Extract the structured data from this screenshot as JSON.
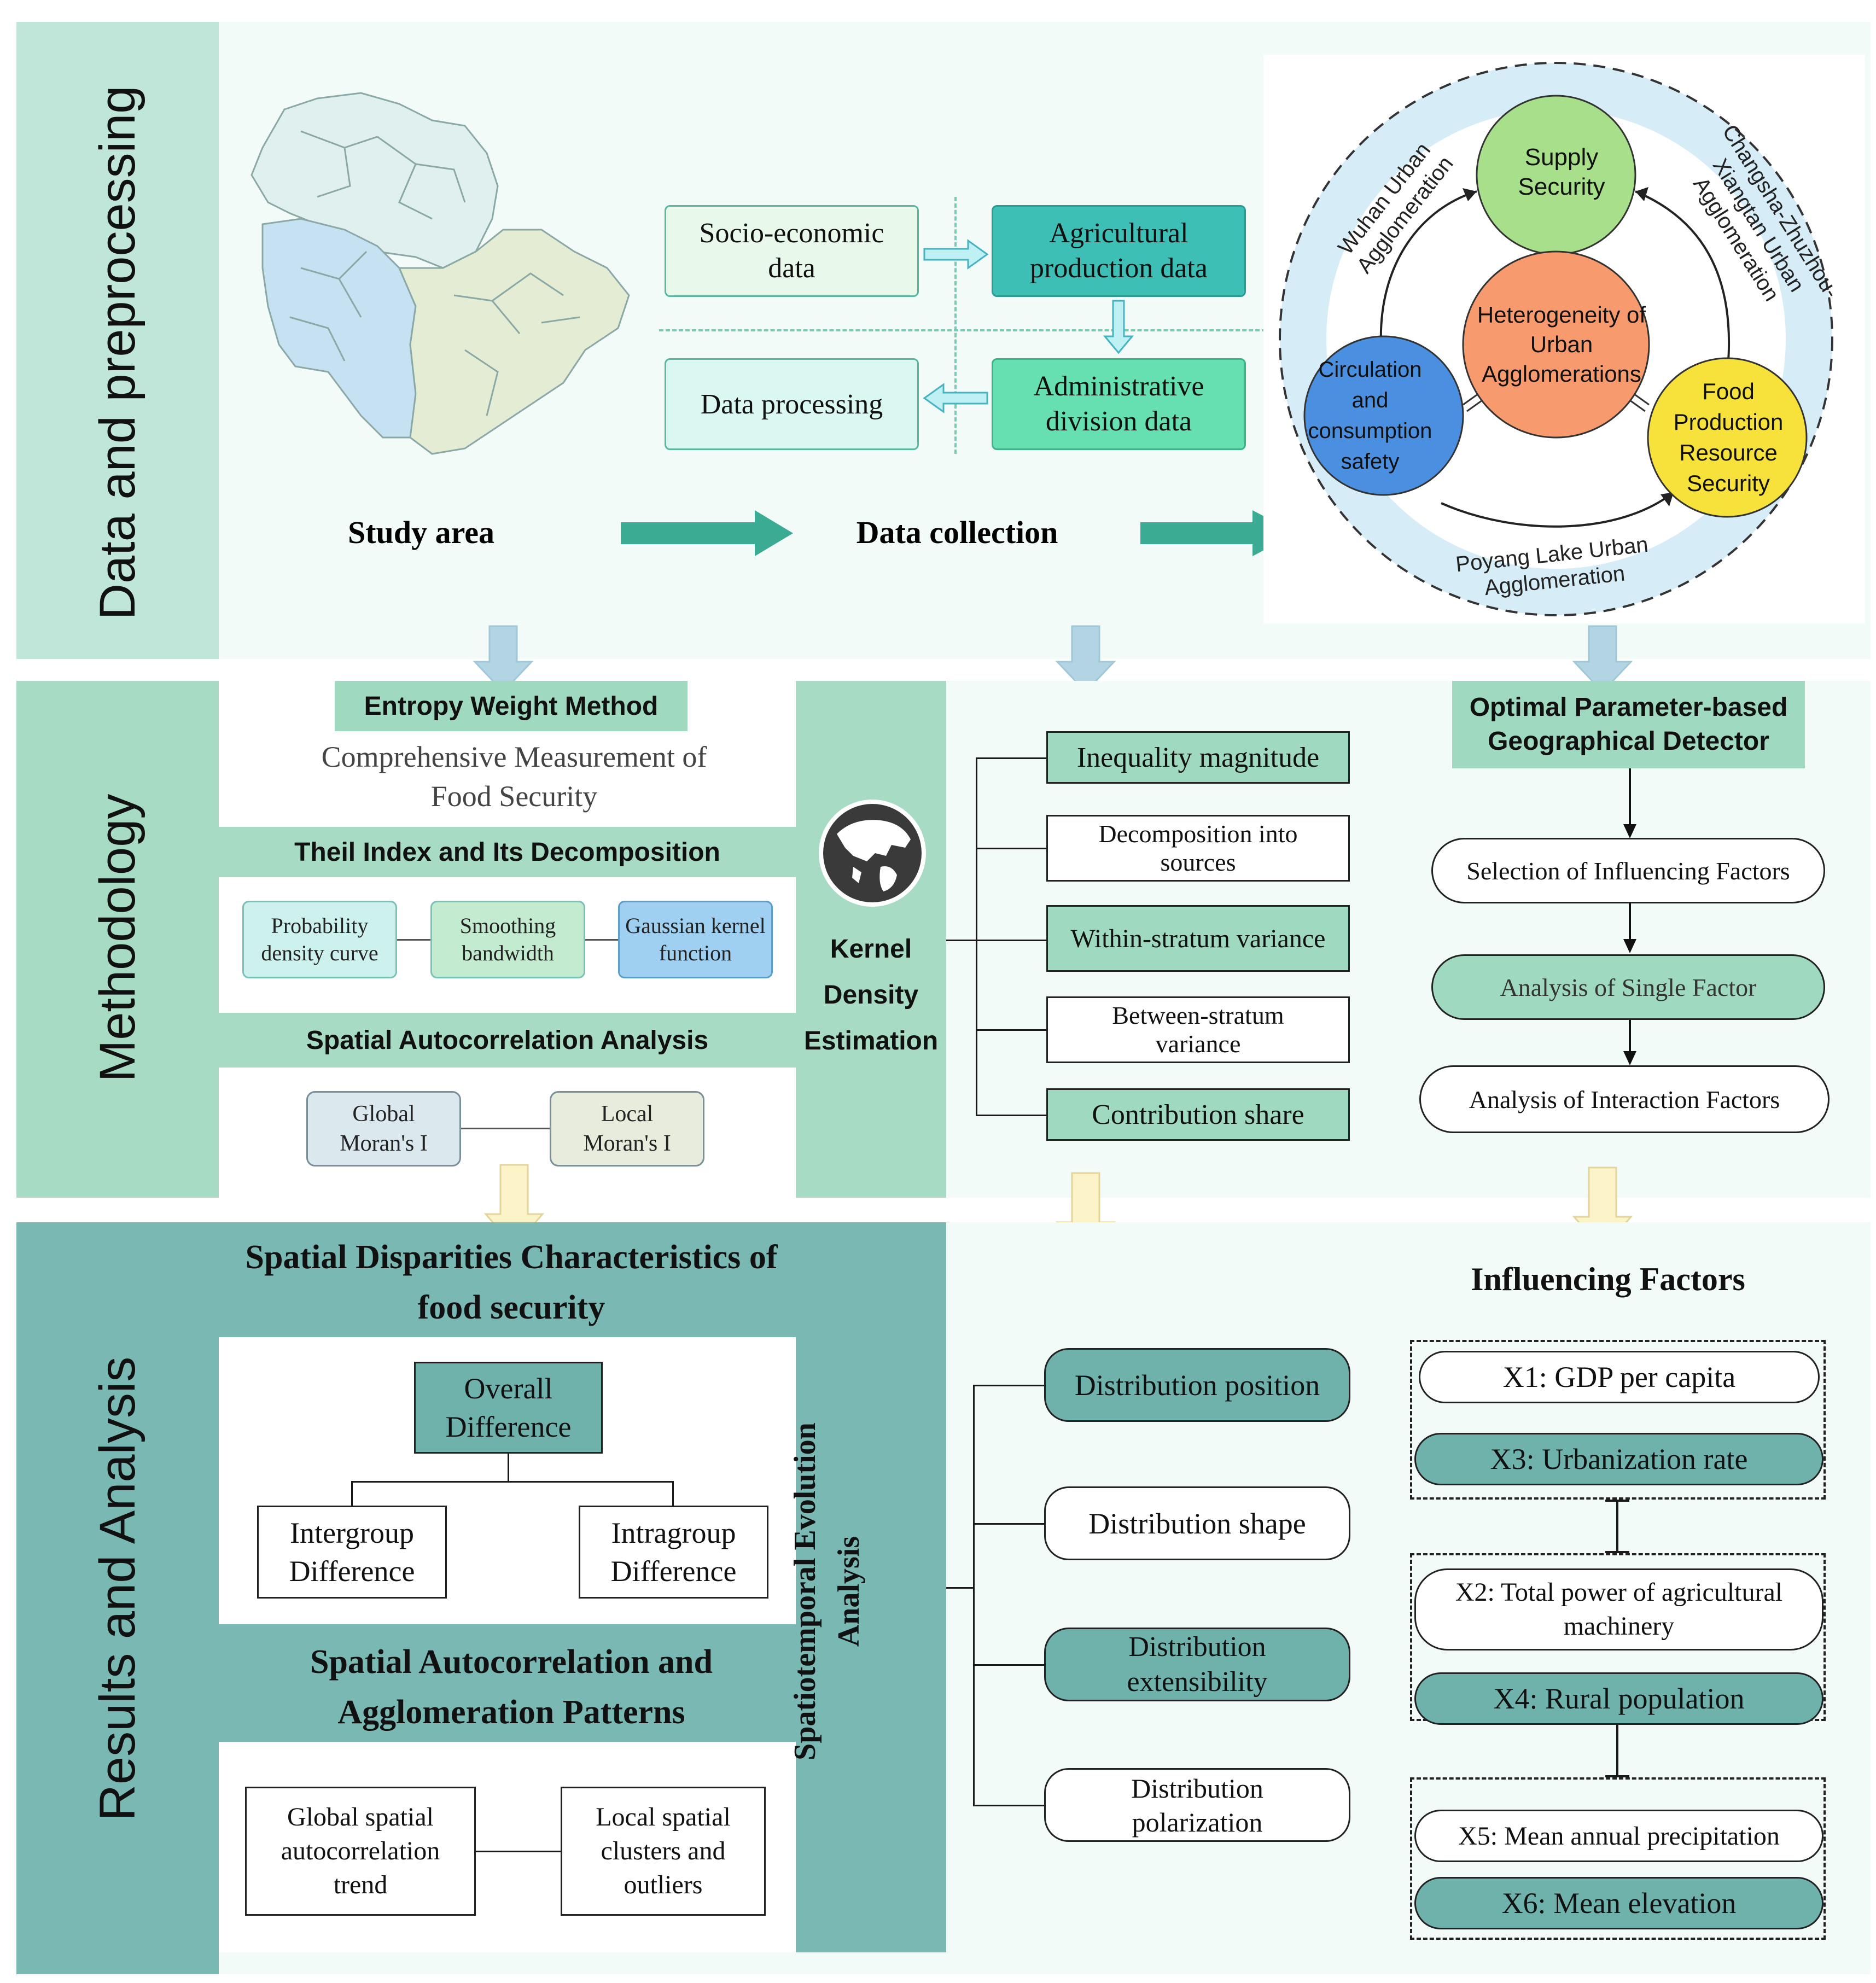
{
  "sections": {
    "data": "Data and preprocessing",
    "methodology": "Methodology",
    "results": "Results and Analysis"
  },
  "top": {
    "study_area": "Study area",
    "data_collection": "Data collection",
    "socio": "Socio-economic data",
    "agri": "Agricultural production data",
    "processing": "Data processing",
    "admin": "Administrative division data"
  },
  "circle": {
    "supply": "Supply Security",
    "hetero": "Heterogeneity of Urban Agglomerations",
    "circulation": "Circulation and consumption safety",
    "food": "Food Production Resource Security",
    "wuhan": "Wuhan Urban Agglomeration",
    "changsha": "Changsha-Zhuzhou-Xiangtan Urban Agglomeration",
    "poyang": "Poyang Lake Urban Agglomeration"
  },
  "methodology": {
    "entropy": "Entropy Weight Method",
    "comprehensive": "Comprehensive Measurement of Food Security",
    "theil": "Theil Index and Its Decomposition",
    "prob": "Probability density curve",
    "smooth": "Smoothing bandwidth",
    "gauss": "Gaussian kernel function",
    "spatial": "Spatial Autocorrelation Analysis",
    "global": "Global Moran's I",
    "local": "Local Moran's I",
    "kde": "Kernel Density Estimation",
    "theil_items": [
      "Inequality magnitude",
      "Decomposition into sources",
      "Within-stratum variance",
      "Between-stratum variance",
      "Contribution share"
    ],
    "geo": "Optimal Parameter-based Geographical Detector",
    "geo_items": [
      "Selection of Influencing Factors",
      "Analysis of Single Factor",
      "Analysis of Interaction Factors"
    ]
  },
  "results": {
    "disparities": "Spatial Disparities Characteristics of food security",
    "overall": "Overall Difference",
    "intergroup": "Intergroup Difference",
    "intragroup": "Intragroup Difference",
    "autocorr": "Spatial Autocorrelation and Agglomeration Patterns",
    "global_trend": "Global spatial autocorrelation trend",
    "local_clusters": "Local spatial clusters and outliers",
    "spatiotemporal": "Spatiotemporal Evolution Analysis",
    "dist_items": [
      "Distribution position",
      "Distribution shape",
      "Distribution extensibility",
      "Distribution polarization"
    ],
    "influencing": "Influencing Factors",
    "factors": [
      "X1: GDP per capita",
      "X3: Urbanization rate",
      "X2: Total power of agricultural machinery",
      "X4: Rural population",
      "X5: Mean annual precipitation",
      "X6: Mean elevation"
    ]
  },
  "colors": {
    "section1": "#bfe6d8",
    "section2": "#a7dbc3",
    "section3": "#7ab8b4",
    "teal_dark": "#6fb1ab",
    "mint": "#9fd9bf",
    "arrow_blue": "#b3d5e3",
    "arrow_yellow": "#fdf3c8",
    "arrow_green": "#3bab93"
  }
}
